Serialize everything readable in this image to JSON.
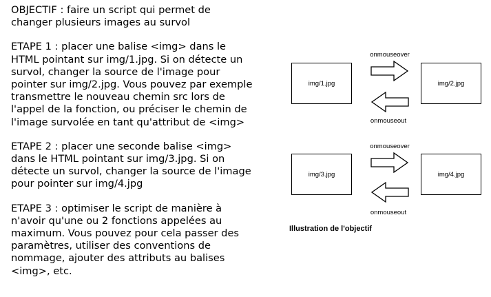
{
  "text": {
    "objectif": "OBJECTIF : faire un script qui permet de\nchanger plusieurs images au survol",
    "etape1": "ETAPE 1 : placer une balise <img> dans le\nHTML pointant sur img/1.jpg. Si on détecte un\nsurvol, changer la source de l'image pour\npointer sur img/2.jpg. Vous pouvez par exemple\ntransmettre le nouveau chemin src lors de\nl'appel de la fonction, ou préciser le chemin de\nl'image survolée en tant qu'attribut de <img>",
    "etape2": "ETAPE 2 : placer une seconde balise <img>\ndans le HTML pointant sur img/3.jpg. Si on\ndétecte un survol, changer la source de l'image\npour pointer sur img/4.jpg",
    "etape3": "ETAPE 3 : optimiser le script de manière à\nn'avoir qu'une ou 2 fonctions appelées au\nmaximum. Vous pouvez pour cela passer des\nparamètres, utiliser des conventions de\nnommage, ajouter des attributs au balises\n<img>, etc."
  },
  "illustration": {
    "caption": "Illustration de l'objectif",
    "row1": {
      "left": "img/1.jpg",
      "right": "img/2.jpg",
      "over": "onmouseover",
      "out": "onmouseout"
    },
    "row2": {
      "left": "img/3.jpg",
      "right": "img/4.jpg",
      "over": "onmouseover",
      "out": "onmouseout"
    }
  }
}
